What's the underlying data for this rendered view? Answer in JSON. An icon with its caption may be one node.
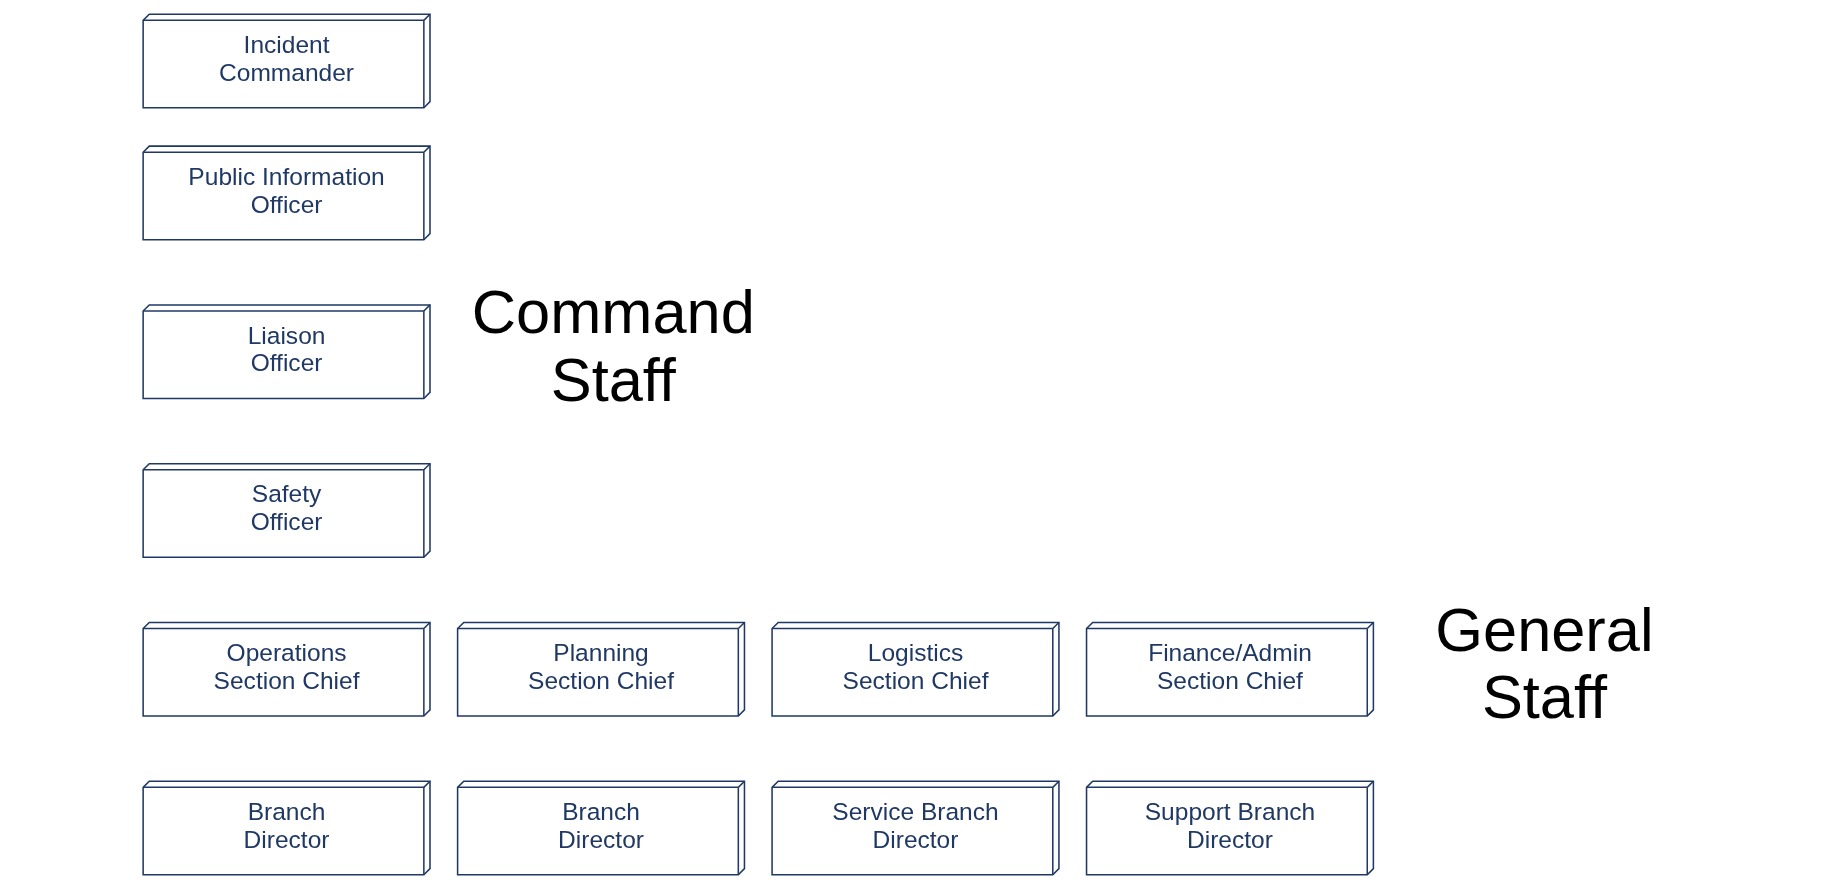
{
  "diagram": {
    "nodes": [
      {
        "text": [
          "Incident Commander"
        ]
      },
      {
        "text": [
          "Public Information Officer"
        ]
      },
      {
        "text": [
          "Liaison Officer"
        ]
      },
      {
        "text": [
          "Safety Officer"
        ]
      },
      {
        "text": [
          "Operations Section Chief"
        ]
      },
      {
        "text": [
          "Planning Section Chief"
        ]
      },
      {
        "text": [
          "Logistics Section Chief"
        ]
      },
      {
        "text": [
          "Finance/Admin Section Chief"
        ]
      },
      {
        "text": [
          "Branch Director"
        ]
      },
      {
        "text": [
          "Branch Director"
        ]
      },
      {
        "text": [
          "Service Branch Director"
        ]
      },
      {
        "text": [
          "Support Branch Director"
        ]
      }
    ],
    "labels": [
      "Command Staff",
      "General Staff"
    ]
  }
}
